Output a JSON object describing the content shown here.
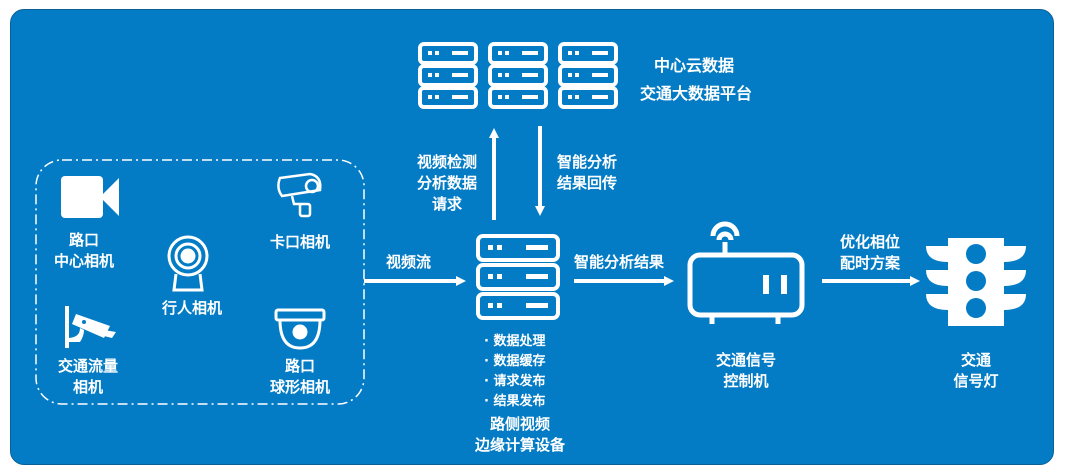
{
  "diagram": {
    "cloud": {
      "lines": [
        "中心云数据",
        "交通大数据平台"
      ]
    },
    "cameras": [
      {
        "name": "intersection-center-camera",
        "lines": [
          "路口",
          "中心相机"
        ]
      },
      {
        "name": "checkpoint-camera",
        "lines": [
          "卡口相机"
        ]
      },
      {
        "name": "pedestrian-camera",
        "lines": [
          "行人相机"
        ]
      },
      {
        "name": "traffic-flow-camera",
        "lines": [
          "交通流量",
          "相机"
        ]
      },
      {
        "name": "dome-camera",
        "lines": [
          "路口",
          "球形相机"
        ]
      }
    ],
    "arrows": {
      "video_stream": "视频流",
      "upload_request": [
        "视频检测",
        "分析数据",
        "请求"
      ],
      "return_result": [
        "智能分析",
        "结果回传"
      ],
      "analysis_result": "智能分析结果",
      "optimize": [
        "优化相位",
        "配时方案"
      ]
    },
    "edge_device": {
      "functions": [
        "数据处理",
        "数据缓存",
        "请求发布",
        "结果发布"
      ],
      "lines": [
        "路侧视频",
        "边缘计算设备"
      ]
    },
    "controller": {
      "lines": [
        "交通信号",
        "控制机"
      ]
    },
    "traffic_light": {
      "lines": [
        "交通",
        "信号灯"
      ]
    },
    "colors": {
      "background": "#037cc5",
      "foreground": "#ffffff"
    }
  }
}
